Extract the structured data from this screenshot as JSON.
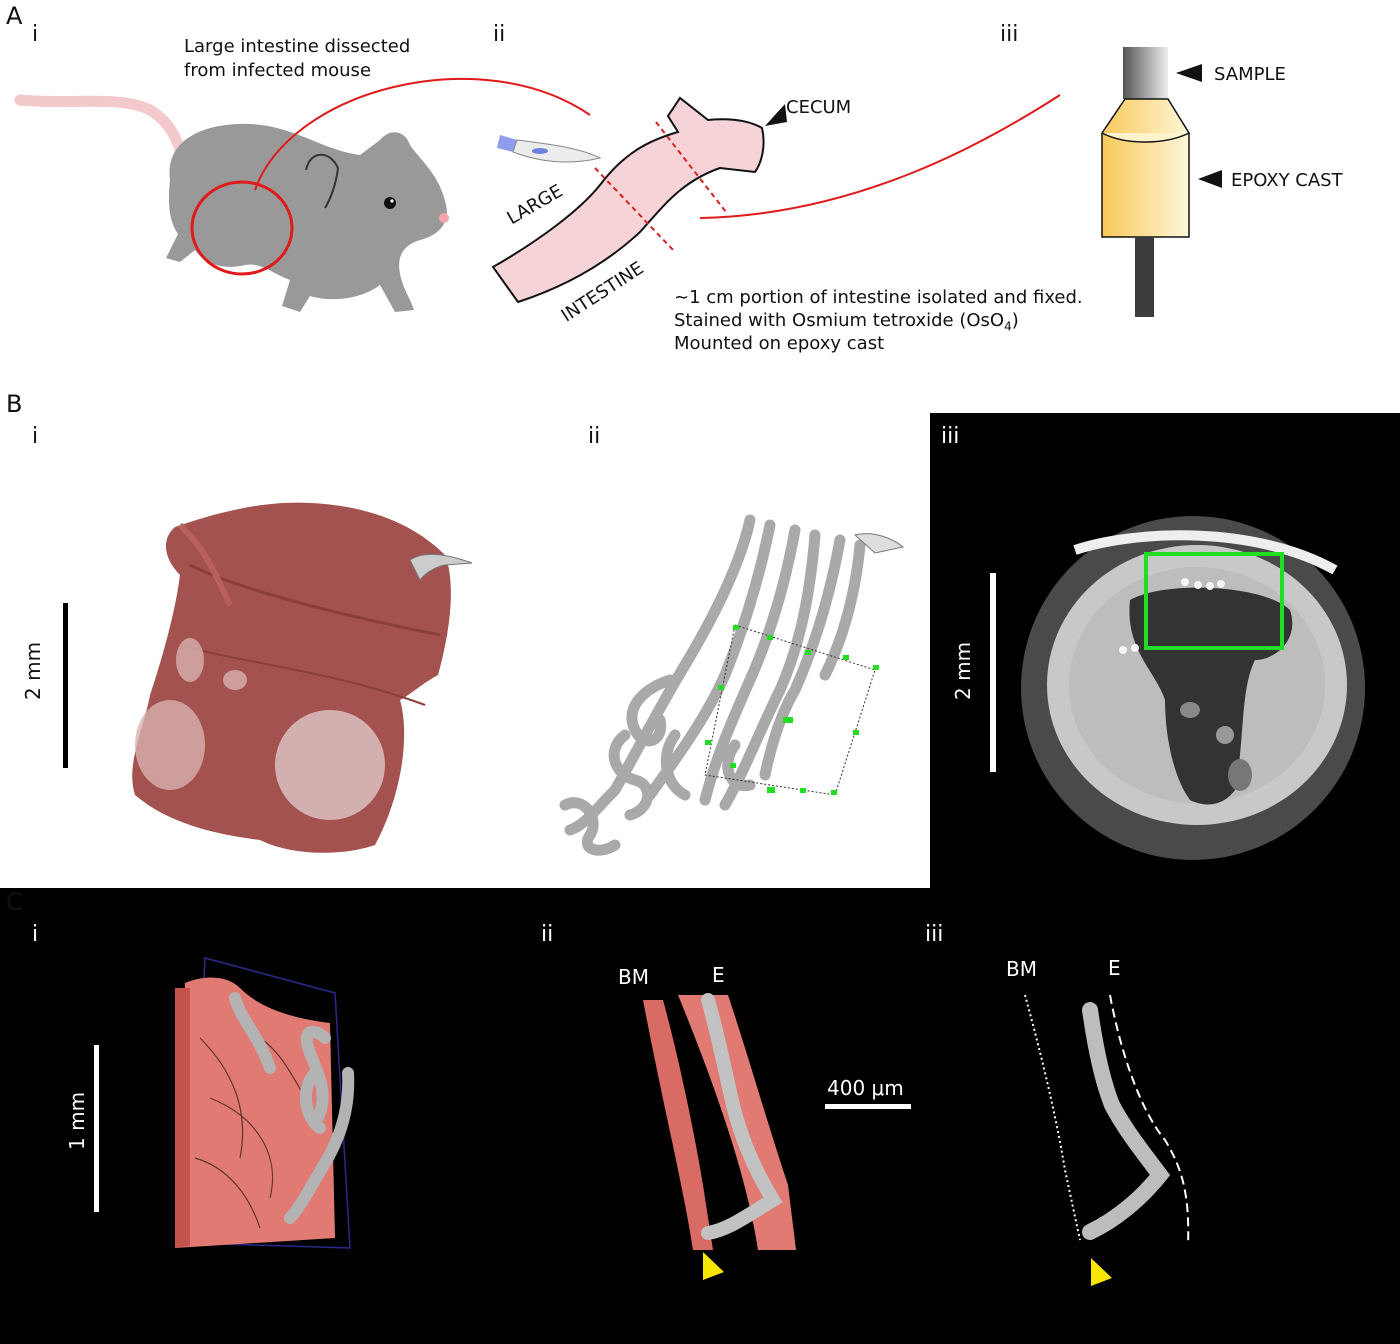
{
  "panel_A": {
    "letter": "A",
    "sub_i": "i",
    "sub_ii": "ii",
    "sub_iii": "iii",
    "dissect_line1": "Large intestine dissected",
    "dissect_line2": "from infected mouse",
    "cecum": "CECUM",
    "large": "LARGE",
    "intestine": "INTESTINE",
    "protocol_line1": "~1 cm portion of intestine isolated and fixed.",
    "protocol_line2_a": "Stained with Osmium tetroxide (OsO",
    "protocol_line2_sub": "4",
    "protocol_line2_b": ")",
    "protocol_line3": "Mounted on epoxy cast",
    "sample": "SAMPLE",
    "epoxy_cast": "EPOXY CAST"
  },
  "panel_B": {
    "letter": "B",
    "sub_i": "i",
    "sub_ii": "ii",
    "sub_iii": "iii",
    "scale_i": "2 mm",
    "scale_iii": "2 mm"
  },
  "panel_C": {
    "letter": "C",
    "sub_i": "i",
    "sub_ii": "ii",
    "sub_iii": "iii",
    "scale_i": "1 mm",
    "bm_ii": "BM",
    "e_ii": "E",
    "scale_ii": "400 μm",
    "bm_iii": "BM",
    "e_iii": "E"
  },
  "colors": {
    "mouse": "#999999",
    "red_outline": "#e0191b",
    "intestine_fill": "#f5d3d6",
    "tissue_red": "#a4524f",
    "tissue_salmon": "#e07a72",
    "worm_grey": "#b9b9b9",
    "roi_green": "#22dd22",
    "arrow_yellow": "#f6e600",
    "epoxy_yellow": "#f8c95a"
  },
  "icons": [
    "mouse-illustration",
    "scalpel-icon",
    "arrowhead-icon",
    "sample-holder-icon"
  ]
}
